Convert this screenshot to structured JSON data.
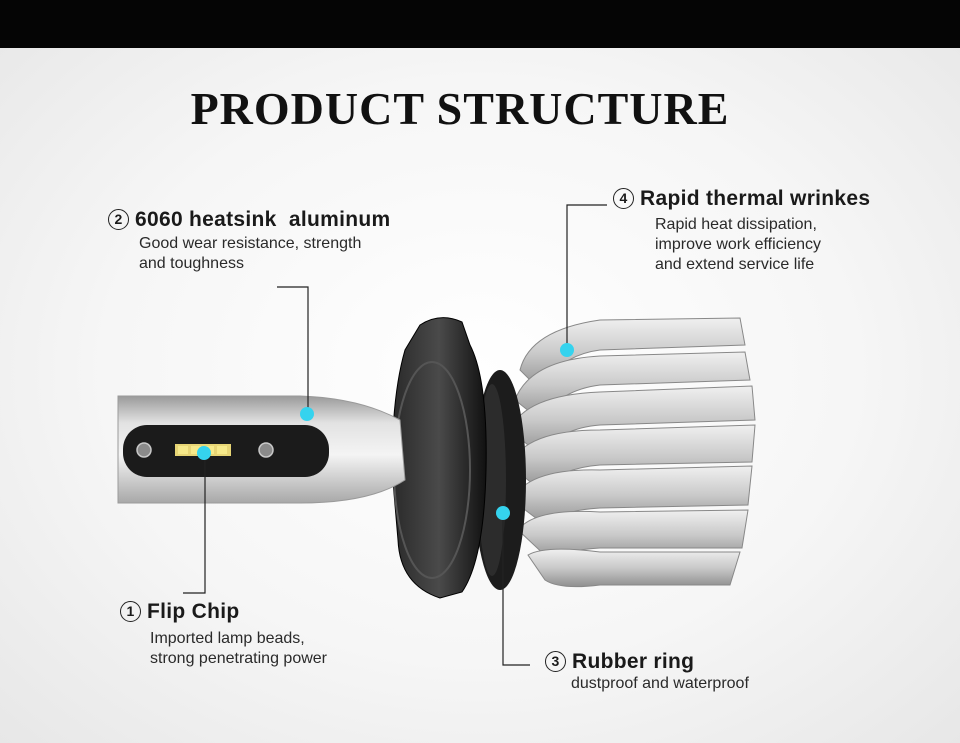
{
  "title": "PRODUCT STRUCTURE",
  "callouts": [
    {
      "num": "1",
      "title": "Flip Chip",
      "desc": [
        "Imported lamp beads,",
        "strong penetrating power"
      ]
    },
    {
      "num": "2",
      "title": "6060 heatsink  aluminum",
      "desc": [
        "Good wear resistance, strength",
        "and toughness"
      ]
    },
    {
      "num": "3",
      "title": "Rubber ring",
      "desc": [
        "dustproof and waterproof"
      ]
    },
    {
      "num": "4",
      "title": "Rapid thermal wrinkes",
      "desc": [
        "Rapid heat dissipation,",
        "improve work efficiency",
        "and extend service life"
      ]
    }
  ],
  "colors": {
    "marker": "#35d3ee",
    "topbar": "#050505"
  }
}
